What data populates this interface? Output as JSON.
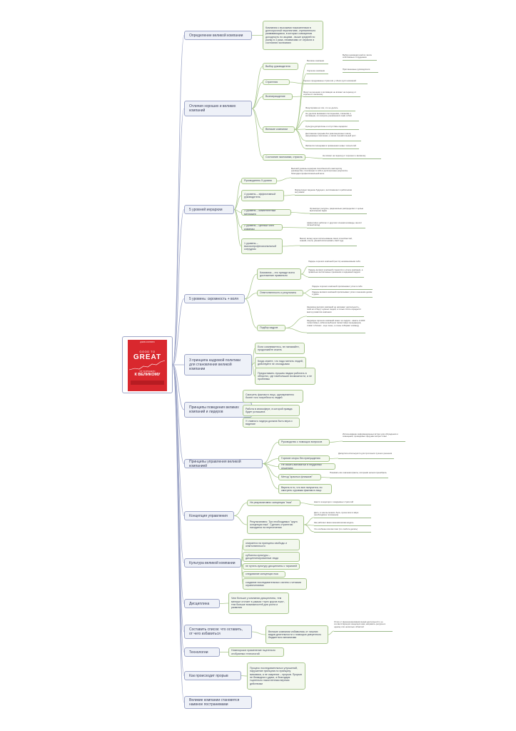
{
  "book": {
    "author": "ДЖИМ КОЛЛИНЗ",
    "title_top": "GOOD TO",
    "title_main": "GREAT",
    "subtitle_small": "ОТ ХОРОШЕГО",
    "subtitle_big": "К ВЕЛИКОМУ",
    "band_text": ""
  },
  "colors": {
    "main_border": "#9ea6c8",
    "main_fill": "#eef1f8",
    "sub_border": "#a9c78e",
    "sub_fill": "#f3f8ee",
    "cover": "#d9282e"
  },
  "main": [
    "Определение великой компании",
    "Отличия хороших и великих компаний",
    "5 уровней иерархии",
    "5 уровень: скромность + воля",
    "3 принципа кадровой политики для становления великой компании",
    "Принципы поведения великих компаний и лидеров",
    "Принципы управления великой компанией",
    "Концепция управления",
    "Культура великой компании",
    "Дисциплина",
    "Составить список: что оставить, от чего избавиться",
    "Технологии",
    "Как происходит прорыв",
    "Великие компании становятся наивное постранимами"
  ],
  "subs": [
    "Компания с высокими показателями в долгосрочной перспективе, стремительно развивающаяся, в которых совокупная доходность по акциям - выше средней по рынку в 3 раза, независимо от отрасли и состояния экономики",
    "Выбор руководителя",
    "Стратегия",
    "Вознаграждение",
    "Великие компании",
    "Состояние экономики, отрасль",
    "Руководитель 5 уровня",
    "4 уровень – эффективный руководитель",
    "3 уровень – компетентный менеджер",
    "2 уровень – ценный член команды",
    "1 уровень – высокопрофессиональный сотрудник",
    "Компания – это прежде всего достижение правильно",
    "Ответственность и результаты",
    "Подбор кадров",
    "Если сомневаетесь, не нанимайте, продолжайте искать",
    "Когда знаете, что надо менять людей, действуйте не откладывая",
    "Предоставить лучшим людям работать в областях, где наибольшие возможности, а не проблемы",
    "Смотреть фактам в лицо, одновременно более того потребность людей",
    "Работа в атмосфере, в которой правда будет услышана",
    "У главного лидера должна быть вера и видение",
    "Руководство с помощью вопросов",
    "Горячие споры без принуждения",
    "Не искать виноватых в неудачных решениях",
    "Метод \"красных флажков\"",
    "Верить в то, что все получится, но смотреть суровым фактам в лицо",
    "Не результативно: концепция \"ежа\"",
    "Результативно: Три необходимых \"круга концепции ежа\". Сделать стратегию находится на пересечении",
    "опирается на принципы свободы и ответственности",
    "субъекты культуры – дисциплинированные люди",
    "не путать культуру дисциплины с тиранией",
    "следование концепции ежа",
    "создание последовательных систем с четкими ограничениями",
    "Чем больше у компании дисциплины, тем меньше отстает в рамках «трех кругов ежа», тем больше возможностей для роста и развития",
    "Великие компании избавились от лишних видов деятельности с помощью умеренного бюджетного механизма",
    "Новаторское применение тщательно отобранных технологий",
    "Процесс последовательных улучшений, нарушение принципа по принципу маховика, а не озарение – прорыв. Прорыв не безводного удачи, а благодаря тщательно накопленным верным действиям"
  ],
  "notes": [
    "Великие компании",
    "Выбор руководителей из числа собственных сотрудников",
    "Хорошие компании",
    "Приглашенные руководители",
    "Хорошо продуманные стратегии у обоих групп компаний",
    "Фокус на решении и мотивации не влияют на переход от хорошего к великому",
    "Фокусировка на том, что не делать",
    "Не уделяли внимания поглощениям, слияниям и мотивации, это вопросы решившиеся сами собой",
    "Культура дисциплины и отсутствие иерархии",
    "Достижение прорыва без революционных шагов, нарушающее поколение, а затем стремительный рост",
    "Являются пионерами в применении новых технологий",
    "Не влияет на переход от хорошего к великому",
    "Высший уровень иерархии способностей к мастерству руководства, сочетающих в себе в долгосрочные результаты благодаря профессиональной воле",
    "Формулирует видение будущего, воспламеняет в работников энтузиазм",
    "Организует ресурсы, рационально распределяет с целью выполнения задач",
    "эффективно работает с другими членами команды, вносит личный вклад",
    "Вносит вклад через использование своих способностей, знаний, опыта, умений использовать свой труд",
    "Лидеры хороших компаний (нечто) незаменимыми себя",
    "Лидеры великих компаний стремятся к успеху компании, а правильно воспитанные преемники и надежный кадров",
    "Лидеры хороших компаний приписывают успех в себе",
    "Лидеры великих компаний приписывают успех к внешним делам и удаче",
    "Кадровую великих компаний не начинают деятельность, пока не отберут нужных людей, а только после определят вектор развития компании",
    "Кадровую хороших компаний может не кадров - нанять в 1000 талантливых, избегая выбором талантливых менеджеров, ставят в бизнес - еще очень, а очень собирают команду",
    "Использование информационных встреч для обсуждения и совещаний, проводимых форумах вопрос ответ",
    "Дискуссия используется для прочтения лучшего решения",
    "Понимать все значения факты, которыми нельзя пренебречь",
    "вместо концепции с ожидаемых стратегий",
    "Дело, в чем вы можете быть лучше всех в мире (необходимое положение)",
    "Как работает ваша экономическая модель",
    "Что особенно вселяет вас (что любите делать)",
    "Отказ от функционирования видов деятельности, не соответствующих концепции ежа, направить ресурсы в одному или несколько областей"
  ]
}
